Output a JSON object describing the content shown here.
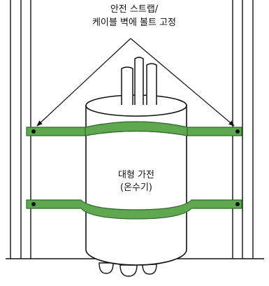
{
  "diagram": {
    "annotation": {
      "line1": "안전 스트랩/",
      "line2": "케이블 벽에 볼트 고정"
    },
    "heater_label": {
      "line1": "대형 가전",
      "line2": "(온수기)"
    },
    "colors": {
      "strap_fill": "#5fa84f",
      "strap_outline": "#2d6b2a",
      "outline": "#111111",
      "background": "#ffffff"
    }
  }
}
